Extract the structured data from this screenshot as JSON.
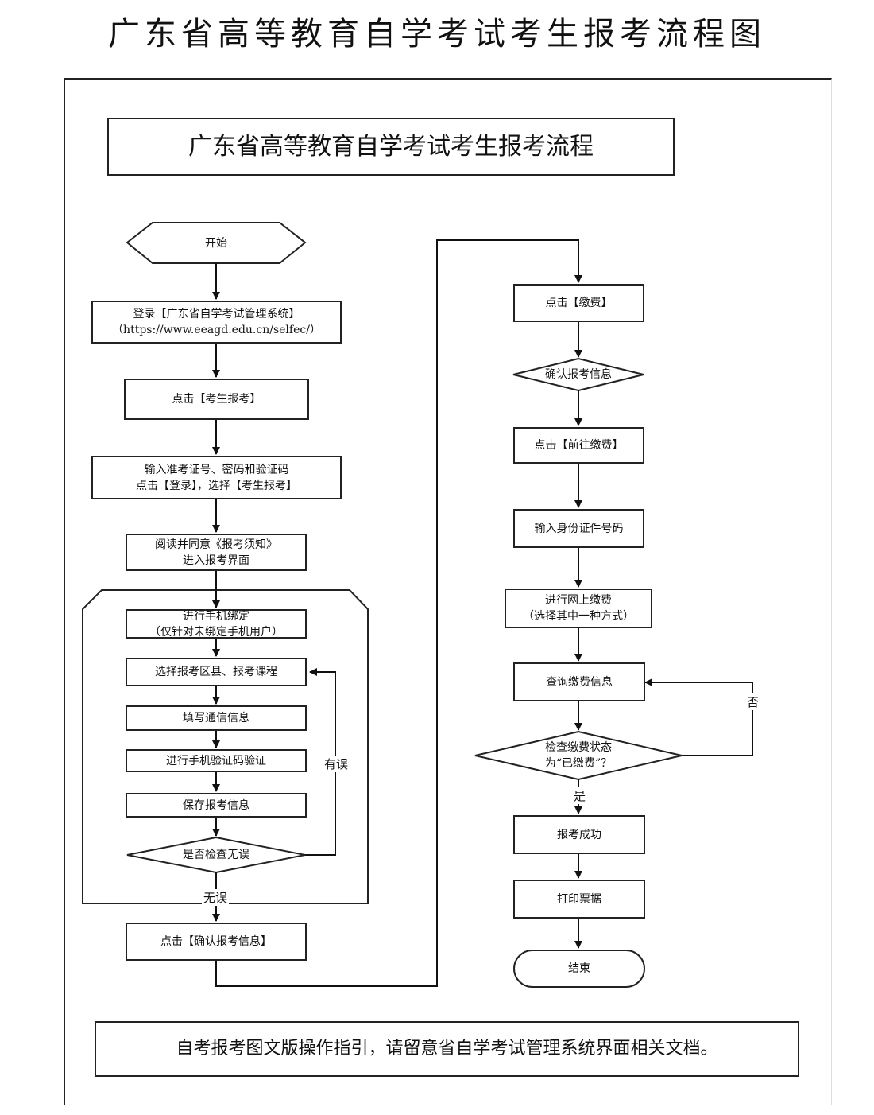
{
  "page_title": "广东省高等教育自学考试考生报考流程图",
  "flow_title": "广东省高等教育自学考试考生报考流程",
  "left": {
    "start": "开始",
    "login_line1": "登录【广东省自学考试管理系统】",
    "login_line2": "（https://www.eeagd.edu.cn/selfec/）",
    "click_apply": "点击【考生报考】",
    "input_line1": "输入准考证号、密码和验证码",
    "input_line2": "点击【登录】，选择【考生报考】",
    "read_line1": "阅读并同意《报考须知》",
    "read_line2": "进入报考界面",
    "bind_line1": "进行手机绑定",
    "bind_line2": "（仅针对未绑定手机用户）",
    "select_course": "选择报考区县、报考课程",
    "fill_contact": "填写通信信息",
    "sms_verify": "进行手机验证码验证",
    "save_info": "保存报考信息",
    "check_ok": "是否检查无误",
    "label_error": "有误",
    "label_ok": "无误",
    "confirm_info": "点击【确认报考信息】"
  },
  "right": {
    "click_pay": "点击【缴费】",
    "confirm_apply_info": "确认报考信息",
    "go_pay": "点击【前往缴费】",
    "input_id": "输入身份证件号码",
    "online_pay_line1": "进行网上缴费",
    "online_pay_line2": "（选择其中一种方式）",
    "query_pay": "查询缴费信息",
    "check_status_line1": "检查缴费状态",
    "check_status_line2": "为“已缴费”？",
    "label_no": "否",
    "label_yes": "是",
    "success": "报考成功",
    "print_receipt": "打印票据",
    "end": "结束"
  },
  "note": "自考报考图文版操作指引，请留意省自学考试管理系统界面相关文档。"
}
